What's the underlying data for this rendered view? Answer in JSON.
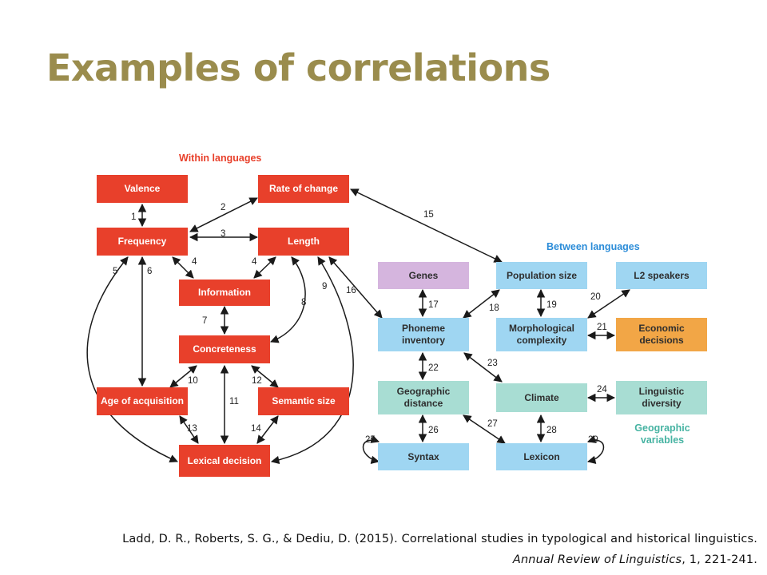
{
  "slide": {
    "title": "Examples of correlations"
  },
  "diagram": {
    "within_label": "Within languages",
    "between_label": "Between languages",
    "geographic_label": "Geographic variables",
    "nodes": {
      "valence": "Valence",
      "rate_of_change": "Rate of change",
      "frequency": "Frequency",
      "length": "Length",
      "information": "Information",
      "concreteness": "Concreteness",
      "age_of_acquisition": "Age of acquisition",
      "semantic_size": "Semantic size",
      "lexical_decision": "Lexical decision",
      "genes": "Genes",
      "population_size": "Population size",
      "l2_speakers": "L2 speakers",
      "phoneme_inventory": "Phoneme inventory",
      "morphological_complexity": "Morphological complexity",
      "economic_decisions": "Economic decisions",
      "geographic_distance": "Geographic distance",
      "climate": "Climate",
      "linguistic_diversity": "Linguistic diversity",
      "syntax": "Syntax",
      "lexicon": "Lexicon"
    },
    "edge_numbers": [
      "1",
      "2",
      "3",
      "4",
      "4",
      "5",
      "6",
      "7",
      "8",
      "9",
      "10",
      "11",
      "12",
      "13",
      "14",
      "15",
      "16",
      "17",
      "18",
      "19",
      "20",
      "21",
      "22",
      "23",
      "24",
      "25",
      "26",
      "27",
      "28",
      "29"
    ],
    "colors": {
      "within": "#e8402b",
      "between": "#9fd6f2",
      "genes": "#d5b5de",
      "geographic": "#a8ddd3",
      "economic": "#f2a646",
      "title": "#9a8c4d"
    }
  },
  "citation": {
    "line1": "Ladd, D. R., Roberts, S. G., & Dediu, D. (2015). Correlational studies in typological and historical linguistics.",
    "journal": "Annual Review of Linguistics",
    "line2_rest": ", 1, 221-241."
  }
}
